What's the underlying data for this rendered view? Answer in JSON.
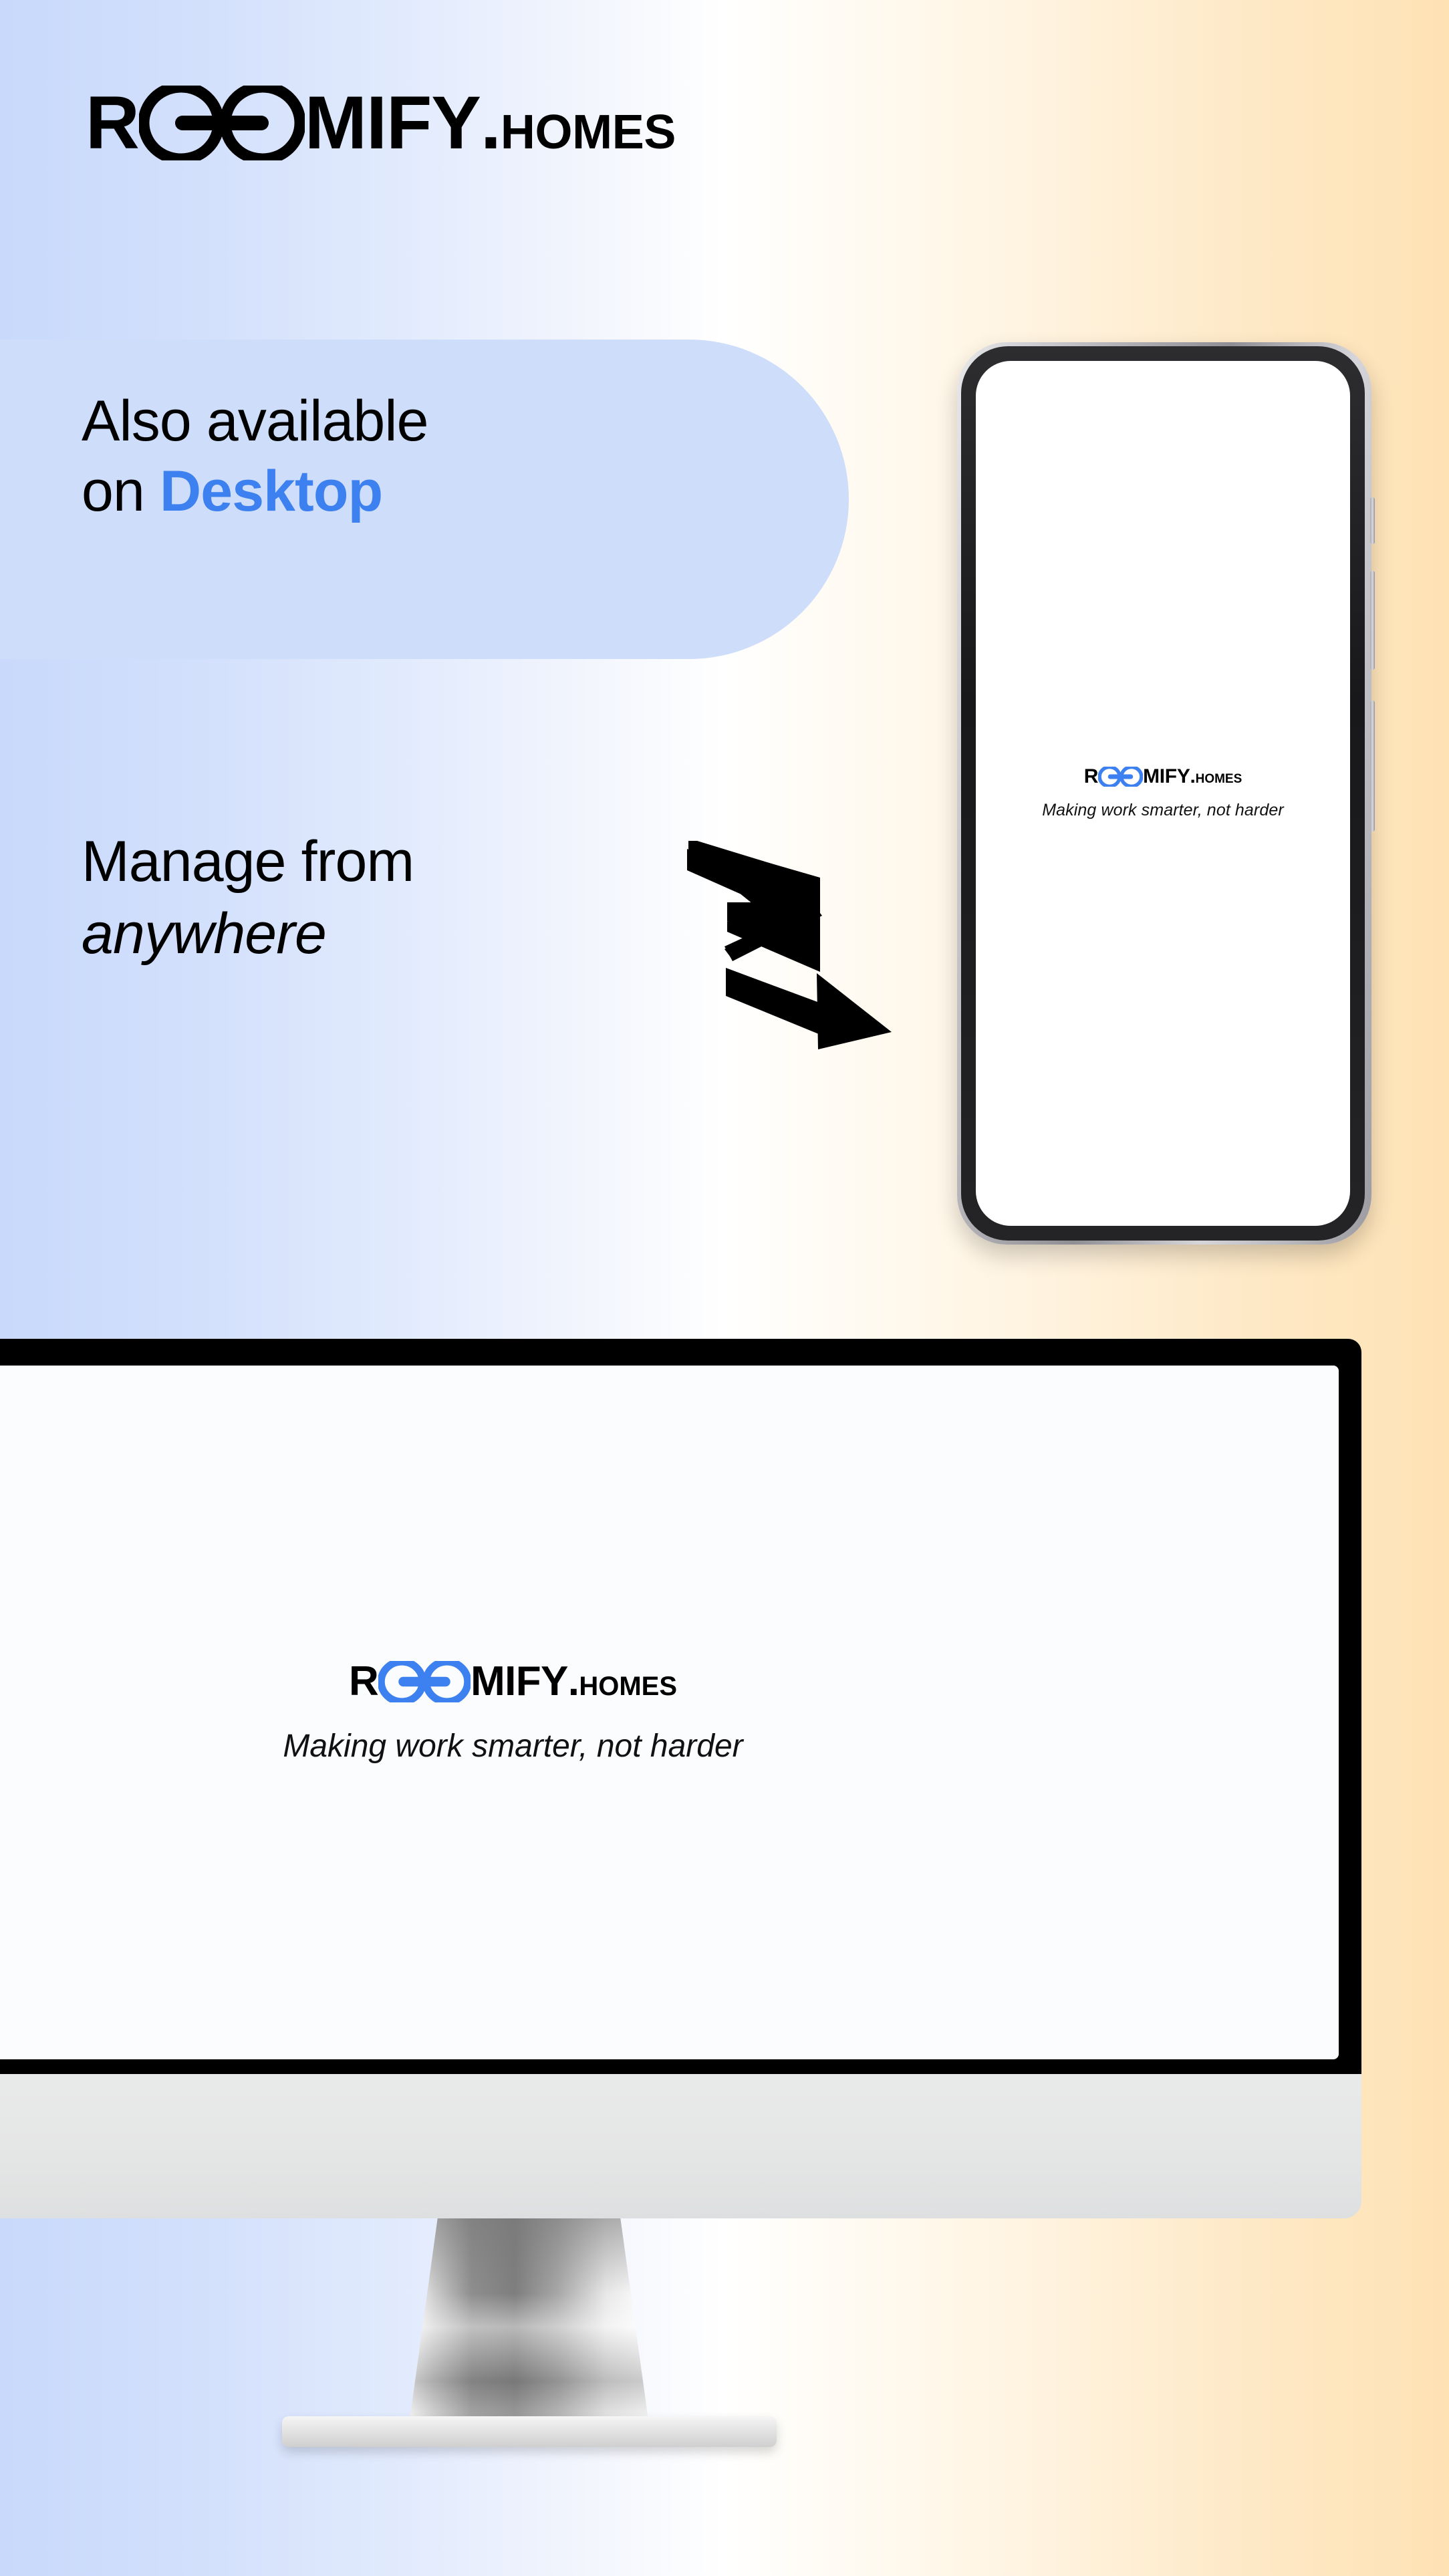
{
  "brand": {
    "name_part1": "R",
    "name_oo": "OO",
    "name_part2": "MIFY",
    "dot": ".",
    "suffix": "HOMES",
    "full": "ROOMIFY.HOMES",
    "tagline": "Making work smarter, not harder",
    "accent_color": "#3D80F0",
    "text_color": "#000000"
  },
  "background": {
    "gradient_start": "#C8D9FB",
    "gradient_mid": "#FFFFFF",
    "gradient_end": "#FEE2B4"
  },
  "desktop_callout": {
    "line1": "Also available",
    "line2_prefix": "on ",
    "line2_accent": "Desktop",
    "pill_color": "#CEDDFA"
  },
  "anywhere_callout": {
    "line1": "Manage from",
    "line2_italic": "anywhere",
    "arrow_icon": "zigzag-down-right-arrow"
  },
  "phone": {
    "logo_part1": "R",
    "logo_oo": "OO",
    "logo_part2": "MIFY",
    "logo_dot": ".",
    "logo_suffix": "HOMES",
    "tagline": "Making work smarter, not harder",
    "screen_color": "#FFFFFF",
    "bezel_color": "#1C1C1E",
    "buttons": [
      "silent-switch",
      "volume-rocker",
      "power-button"
    ]
  },
  "monitor": {
    "logo_part1": "R",
    "logo_oo": "OO",
    "logo_part2": "MIFY",
    "logo_dot": ".",
    "logo_suffix": "HOMES",
    "tagline": "Making work smarter, not harder",
    "screen_color": "#FBFCFE",
    "bezel_color": "#000000",
    "chin_color": "#E6E7E7"
  }
}
